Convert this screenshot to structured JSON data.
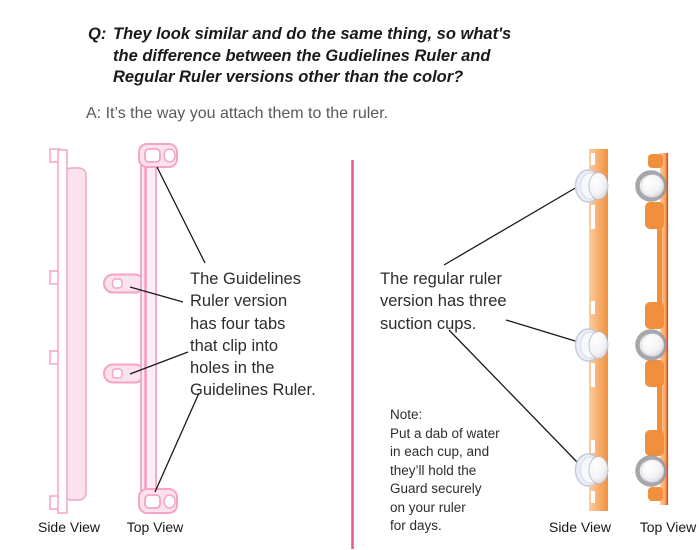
{
  "question": {
    "prefix": "Q:",
    "lines": [
      "They look similar and do the same thing, so what's",
      "the difference between the Gudielines Ruler and",
      "Regular Ruler versions other than the color?"
    ]
  },
  "answer": "A: It’s the way you attach them to the ruler.",
  "left_panel": {
    "annotation_lines": [
      "The Guidelines",
      "Ruler version",
      "has four tabs",
      "that clip into",
      "holes in the",
      "Guidelines Ruler."
    ],
    "side_view_label": "Side View",
    "top_view_label": "Top View"
  },
  "right_panel": {
    "annotation_lines": [
      "The regular ruler",
      "version has three",
      "suction cups."
    ],
    "note_lines": [
      "Note:",
      "Put a dab of water",
      "in each cup, and",
      "they’ll hold the",
      "Guard securely",
      "on your ruler",
      "for days."
    ],
    "side_view_label": "Side View",
    "top_view_label": "Top View"
  },
  "colors": {
    "question-text": "#1a1a1a",
    "answer-text": "#58595b",
    "annotation-text": "#2d2d2f",
    "label-text": "#18181a",
    "leader-line": "#1a1a1a",
    "divider": "#e75c87",
    "pink-stroke": "#f5a3c7",
    "pink-fill": "#fdeef5",
    "pink-panel": "#fbe3ee",
    "pink-accent": "#f598c3",
    "orange-main": "#f1903c",
    "orange-light": "#fbcda2",
    "orange-edge": "#e04f28",
    "cup-ring": "#97979f",
    "cup-rim": "#eceef6",
    "cup-rim-stroke": "#c6c9da"
  }
}
